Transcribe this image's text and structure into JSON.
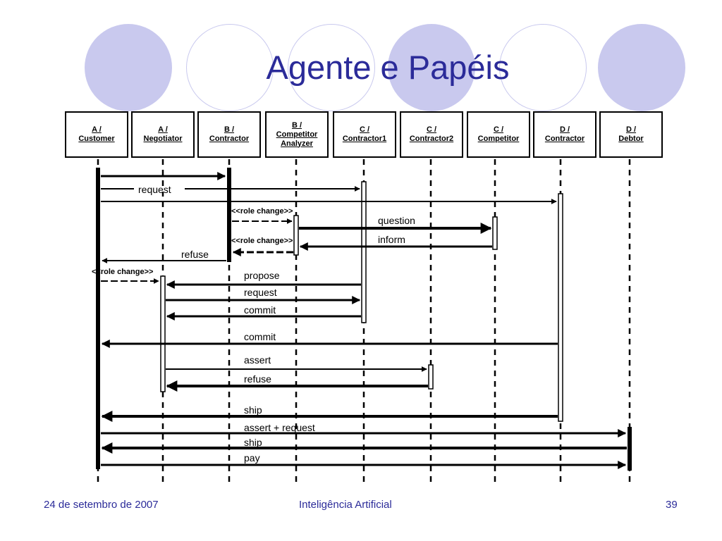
{
  "slide": {
    "title": "Agente e Papéis",
    "footer_date": "24 de setembro de 2007",
    "footer_course": "Inteligência Artificial",
    "footer_page": "39"
  },
  "colors": {
    "title": "#2b2b99",
    "circle": "#c9c9ee"
  },
  "actors": [
    {
      "line1": "A /",
      "line2": "Customer"
    },
    {
      "line1": "A /",
      "line2": "Negotiator"
    },
    {
      "line1": "B /",
      "line2": "Contractor"
    },
    {
      "line1": "B /",
      "line2": "Competitor",
      "line3": "Analyzer"
    },
    {
      "line1": "C /",
      "line2": "Contractor1"
    },
    {
      "line1": "C /",
      "line2": "Contractor2"
    },
    {
      "line1": "C /",
      "line2": "Competitor"
    },
    {
      "line1": "D /",
      "line2": "Contractor"
    },
    {
      "line1": "D /",
      "line2": "Debtor"
    }
  ],
  "messages": [
    {
      "from": 0,
      "to": 2,
      "label": ""
    },
    {
      "from": 0,
      "to": 4,
      "label": "request"
    },
    {
      "from": 0,
      "to": 7,
      "label": ""
    },
    {
      "from": 2,
      "to": 3,
      "label": "<<role change>>",
      "dashed": true
    },
    {
      "from": 3,
      "to": 6,
      "label": "question"
    },
    {
      "from": 6,
      "to": 3,
      "label": "inform"
    },
    {
      "from": 3,
      "to": 2,
      "label": "<<role change>>",
      "dashed": true
    },
    {
      "from": 2,
      "to": 0,
      "label": "refuse"
    },
    {
      "from": 0,
      "to": 1,
      "label": "<<role change>>",
      "dashed": true
    },
    {
      "from": 4,
      "to": 1,
      "label": "propose"
    },
    {
      "from": 1,
      "to": 4,
      "label": "request"
    },
    {
      "from": 4,
      "to": 1,
      "label": "commit"
    },
    {
      "from": 7,
      "to": 0,
      "label": "commit"
    },
    {
      "from": 1,
      "to": 5,
      "label": "assert"
    },
    {
      "from": 5,
      "to": 1,
      "label": "refuse"
    },
    {
      "from": 7,
      "to": 0,
      "label": "ship"
    },
    {
      "from": 0,
      "to": 8,
      "label": "assert + request"
    },
    {
      "from": 8,
      "to": 0,
      "label": "ship"
    },
    {
      "from": 0,
      "to": 8,
      "label": "pay"
    }
  ]
}
